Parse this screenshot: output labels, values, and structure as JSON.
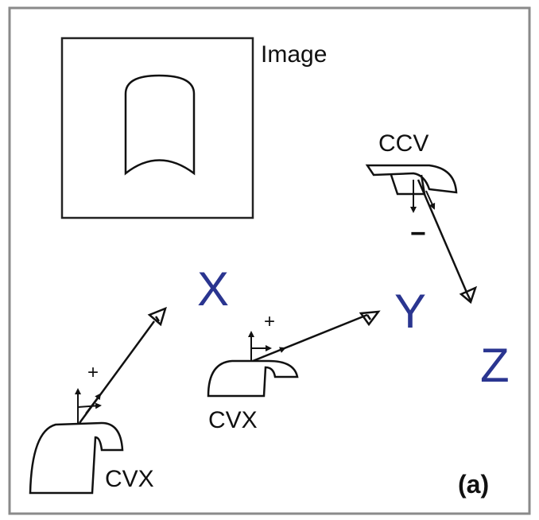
{
  "labels": {
    "image": "Image",
    "ccv": "CCV",
    "cvx_left": "CVX",
    "cvx_center": "CVX",
    "panel": "(a)"
  },
  "signs": {
    "plus_left": "+",
    "plus_center": "+",
    "minus_ccv": "−"
  },
  "axes": {
    "x": "X",
    "y": "Y",
    "z": "Z"
  },
  "colors": {
    "axis_label": "#2a3590",
    "line": "#111111",
    "frame": "#8a8a8a"
  }
}
